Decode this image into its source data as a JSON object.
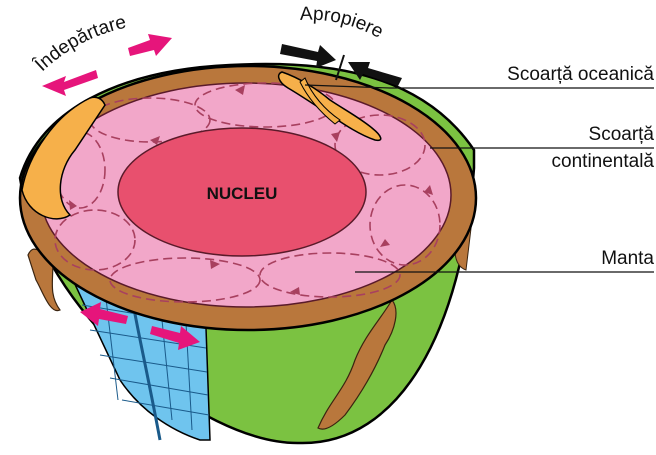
{
  "labels": {
    "nucleus": "NUCLEU",
    "divergence": "Îndepărtare",
    "convergence": "Apropiere",
    "oceanic_crust": "Scoarță oceanică",
    "continental_crust_line1": "Scoarță",
    "continental_crust_line2": "continentală",
    "mantle": "Manta"
  },
  "colors": {
    "nucleus": "#e8506e",
    "mantle": "#f2a7c9",
    "mantle_flow": "#a8405f",
    "continental_crust": "#b9773c",
    "oceanic_crust": "#f6b04a",
    "outer_surface": "#7bc241",
    "ocean_rift": "#6fc4ee",
    "divergence_arrow": "#e6157b",
    "convergence_arrow": "#111111"
  }
}
